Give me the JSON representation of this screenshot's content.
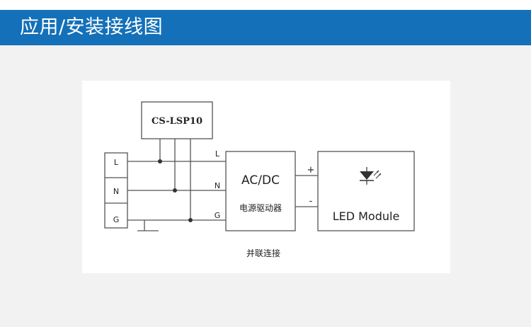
{
  "header": {
    "title": "应用/安装接线图",
    "accent_color": "#1470b8"
  },
  "diagram": {
    "device_label": "CS-LSP10",
    "terminals": [
      "L",
      "N",
      "G"
    ],
    "line_labels": [
      "L",
      "N",
      "G"
    ],
    "converter": {
      "title": "AC/DC",
      "subtitle": "电源驱动器"
    },
    "polarity": {
      "plus": "+",
      "minus": "-"
    },
    "module": {
      "label": "LED Module",
      "icon": "led-diode-icon"
    },
    "caption": "并联连接"
  }
}
